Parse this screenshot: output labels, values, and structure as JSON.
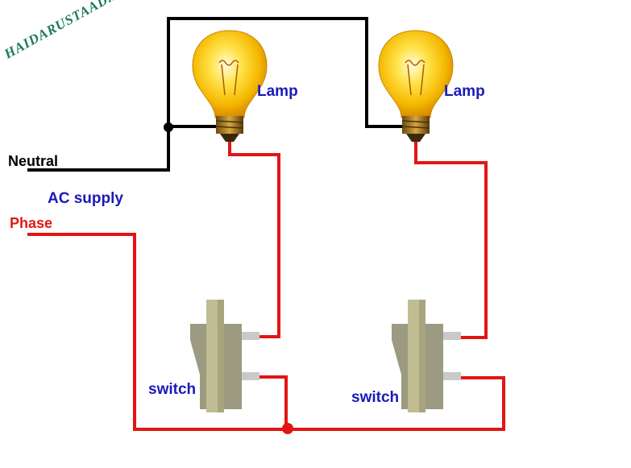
{
  "watermark": "HAIDARUSTAAD.BLOGSPOT.COM",
  "labels": {
    "lamp_left": "Lamp",
    "lamp_right": "Lamp",
    "neutral": "Neutral",
    "ac_supply": "AC supply",
    "phase": "Phase",
    "switch_left": "switch",
    "switch_right": "switch"
  },
  "colors": {
    "neutral_wire": "#000000",
    "phase_wire": "#e21515",
    "label_blue": "#1a1ab8",
    "lamp_glow": "#ffd21a",
    "switch_body": "#9c9a80"
  },
  "components": {
    "lamps": [
      "lamp",
      "lamp"
    ],
    "switches": [
      "switch",
      "switch"
    ]
  }
}
